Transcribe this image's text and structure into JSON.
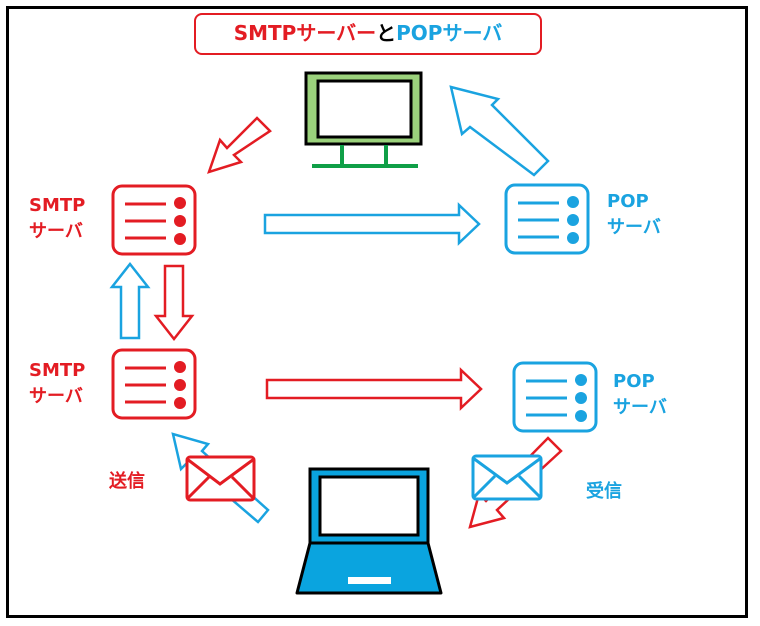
{
  "title": {
    "part1": "SMTPサーバー",
    "connector": "と",
    "part2": "POPサーバ"
  },
  "labels": {
    "smtp_top_line1": "SMTP",
    "smtp_top_line2": "サーバ",
    "smtp_bottom_line1": "SMTP",
    "smtp_bottom_line2": "サーバ",
    "pop_top_line1": "POP",
    "pop_top_line2": "サーバ",
    "pop_bottom_line1": "POP",
    "pop_bottom_line2": "サーバ",
    "send": "送信",
    "receive": "受信"
  },
  "colors": {
    "smtp": "#e31c23",
    "pop": "#1aa3e0",
    "desktop_frame": "#000000",
    "desktop_bezel": "#9bd27c",
    "desktop_stand": "#0f9f47",
    "laptop": "#0aa4df"
  }
}
